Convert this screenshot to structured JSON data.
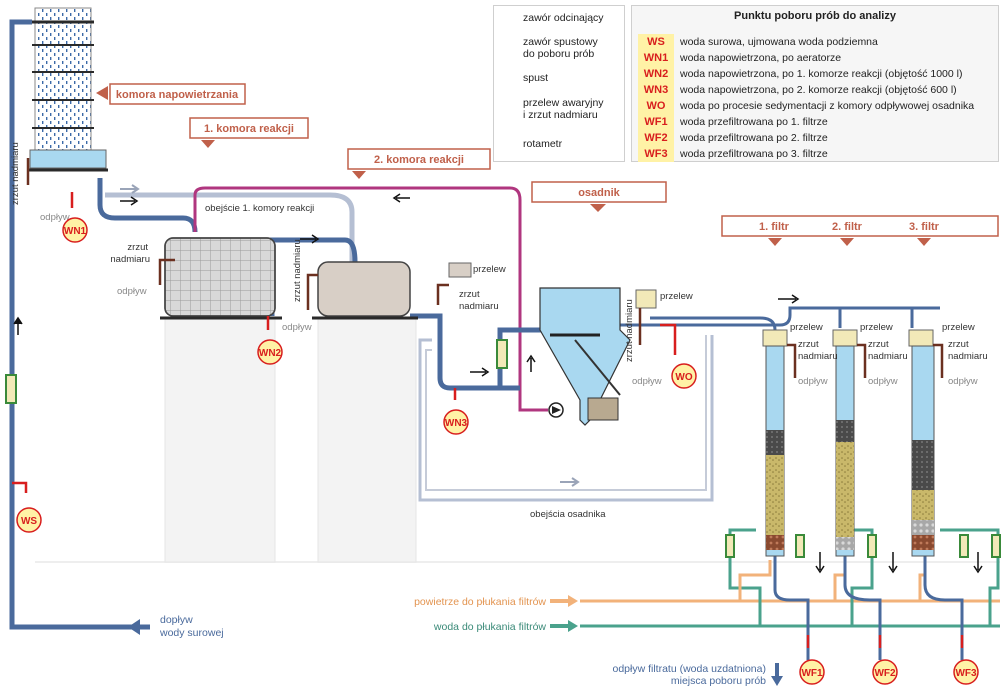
{
  "title_labels": {
    "aeration": "komora napowietrzania",
    "reaction1": "1. komora reakcji",
    "reaction2": "2. komora reakcji",
    "settler": "osadnik",
    "filter1": "1. filtr",
    "filter2": "2. filtr",
    "filter3": "3. filtr"
  },
  "symbol_legend": {
    "valve": "zawór odcinający",
    "drain_valve_line1": "zawór spustowy",
    "drain_valve_line2": "do poboru prób",
    "drain": "spust",
    "overflow_line1": "przelew awaryjny",
    "overflow_line2": "i zrzut nadmiaru",
    "rotameter": "rotametr"
  },
  "sampling_legend": {
    "title": "Punktu poboru prób do analizy",
    "rows": [
      {
        "code": "WS",
        "desc": "woda surowa, ujmowana woda podziemna"
      },
      {
        "code": "WN1",
        "desc": "woda napowietrzona, po aeratorze"
      },
      {
        "code": "WN2",
        "desc": "woda napowietrzona, po 1. komorze reakcji (objętość 1000 l)"
      },
      {
        "code": "WN3",
        "desc": "woda napowietrzona, po 2. komorze reakcji (objętość 600 l)"
      },
      {
        "code": "WO",
        "desc": "woda po procesie sedymentacji z komory odpływowej osadnika"
      },
      {
        "code": "WF1",
        "desc": "woda przefiltrowana po 1. filtrze"
      },
      {
        "code": "WF2",
        "desc": "woda przefiltrowana po 2. filtrze"
      },
      {
        "code": "WF3",
        "desc": "woda przefiltrowana po 3. filtrze"
      }
    ]
  },
  "labels": {
    "zrzut_nadmiaru": "zrzut nadmiaru",
    "zrzut": "zrzut",
    "nadmiaru": "nadmiaru",
    "odplyw": "odpływ",
    "przelew": "przelew",
    "bypass1": "obejście 1. komory reakcji",
    "bypass_settler": "obejścia osadnika",
    "inflow_line1": "dopływ",
    "inflow_line2": "wody surowej",
    "air_wash": "powietrze do płukania filtrów",
    "water_wash": "woda do płukania filtrów",
    "filtrate_line1": "odpływ filtratu (woda uzdatniona)",
    "filtrate_line2": "miejsca poboru prób"
  },
  "sample_points": {
    "WS": "WS",
    "WN1": "WN1",
    "WN2": "WN2",
    "WN3": "WN3",
    "WO": "WO",
    "WF1": "WF1",
    "WF2": "WF2",
    "WF3": "WF3"
  },
  "colors": {
    "pipe_main": "#4a6a9c",
    "pipe_bypass": "#b5bfd3",
    "pipe_bypass1": "#b0367f",
    "air": "#f2b27a",
    "wash_water": "#4aa28c",
    "sample_red": "#d81e1e",
    "label_box": "#c0604a",
    "water": "#a9d8f0",
    "drain_brown": "#6b3020"
  }
}
